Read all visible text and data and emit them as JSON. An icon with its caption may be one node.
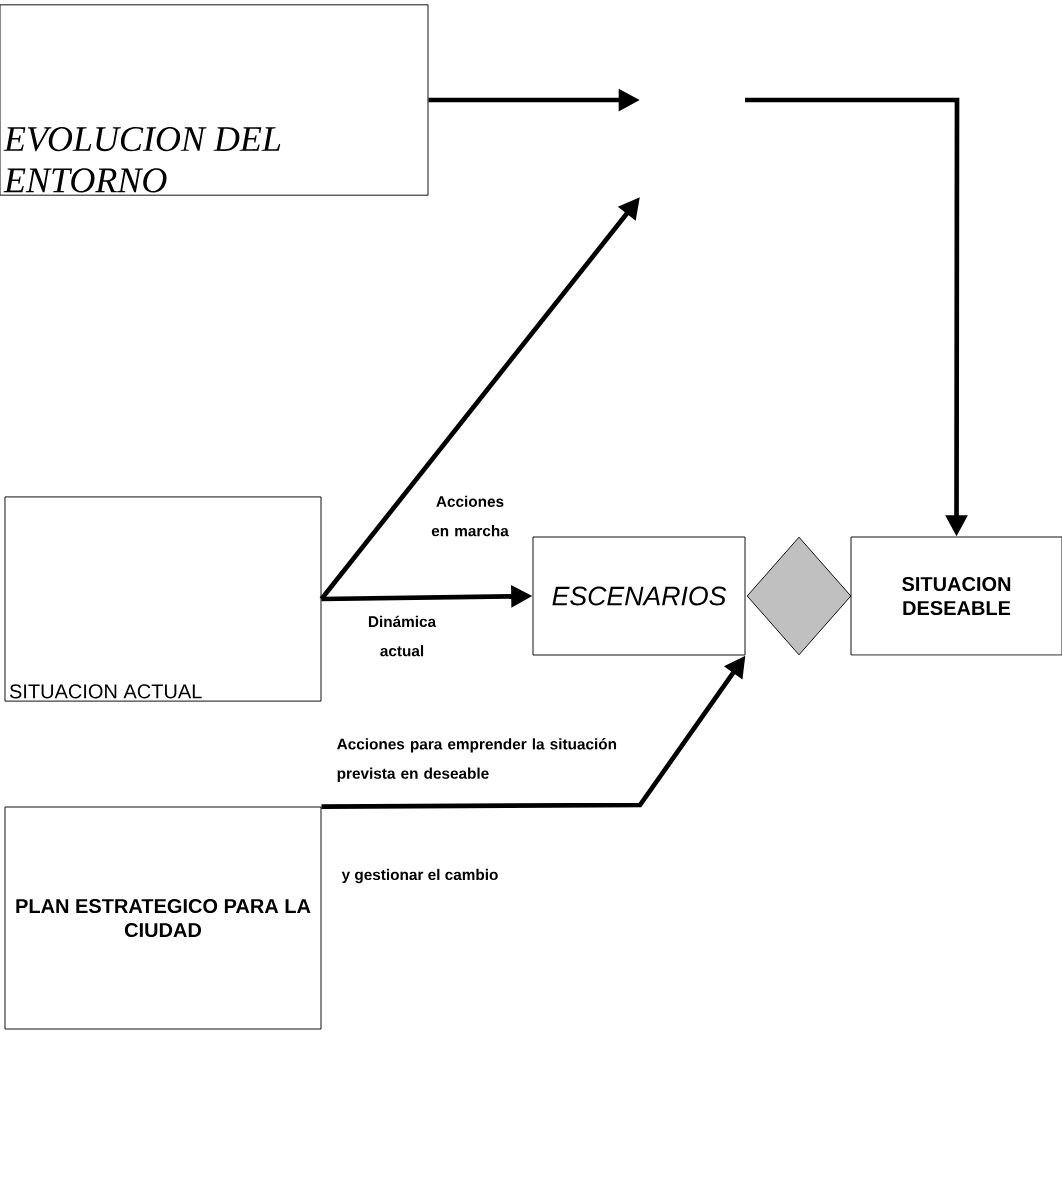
{
  "diagram": {
    "nodes": [
      {
        "text": [
          "EVOLUCION DEL ENTORNO"
        ]
      },
      {
        "text": [
          "SITUACION ACTUAL"
        ]
      },
      {
        "text": [
          "ESCENARIOS"
        ]
      },
      {
        "text": [],
        "shape": "diamond"
      },
      {
        "text": [
          "SITUACION DESEABLE"
        ]
      },
      {
        "text": [
          "PLAN ESTRATEGICO PARA LA CIUDAD"
        ]
      }
    ],
    "edges": [
      {
        "from": 0,
        "to": null,
        "arrow": "to"
      },
      {
        "from": null,
        "to": 4,
        "arrow": "to"
      },
      {
        "from": 1,
        "to": null,
        "arrow": "to",
        "label": "Acciones en marcha"
      },
      {
        "from": 1,
        "to": 2,
        "arrow": "to",
        "label": "Dinámica actual"
      },
      {
        "from": 5,
        "to": 2,
        "arrow": "to",
        "label": "Acciones para emprender la situación prevista en deseable"
      }
    ],
    "labels": [
      "y gestionar el cambio"
    ]
  }
}
